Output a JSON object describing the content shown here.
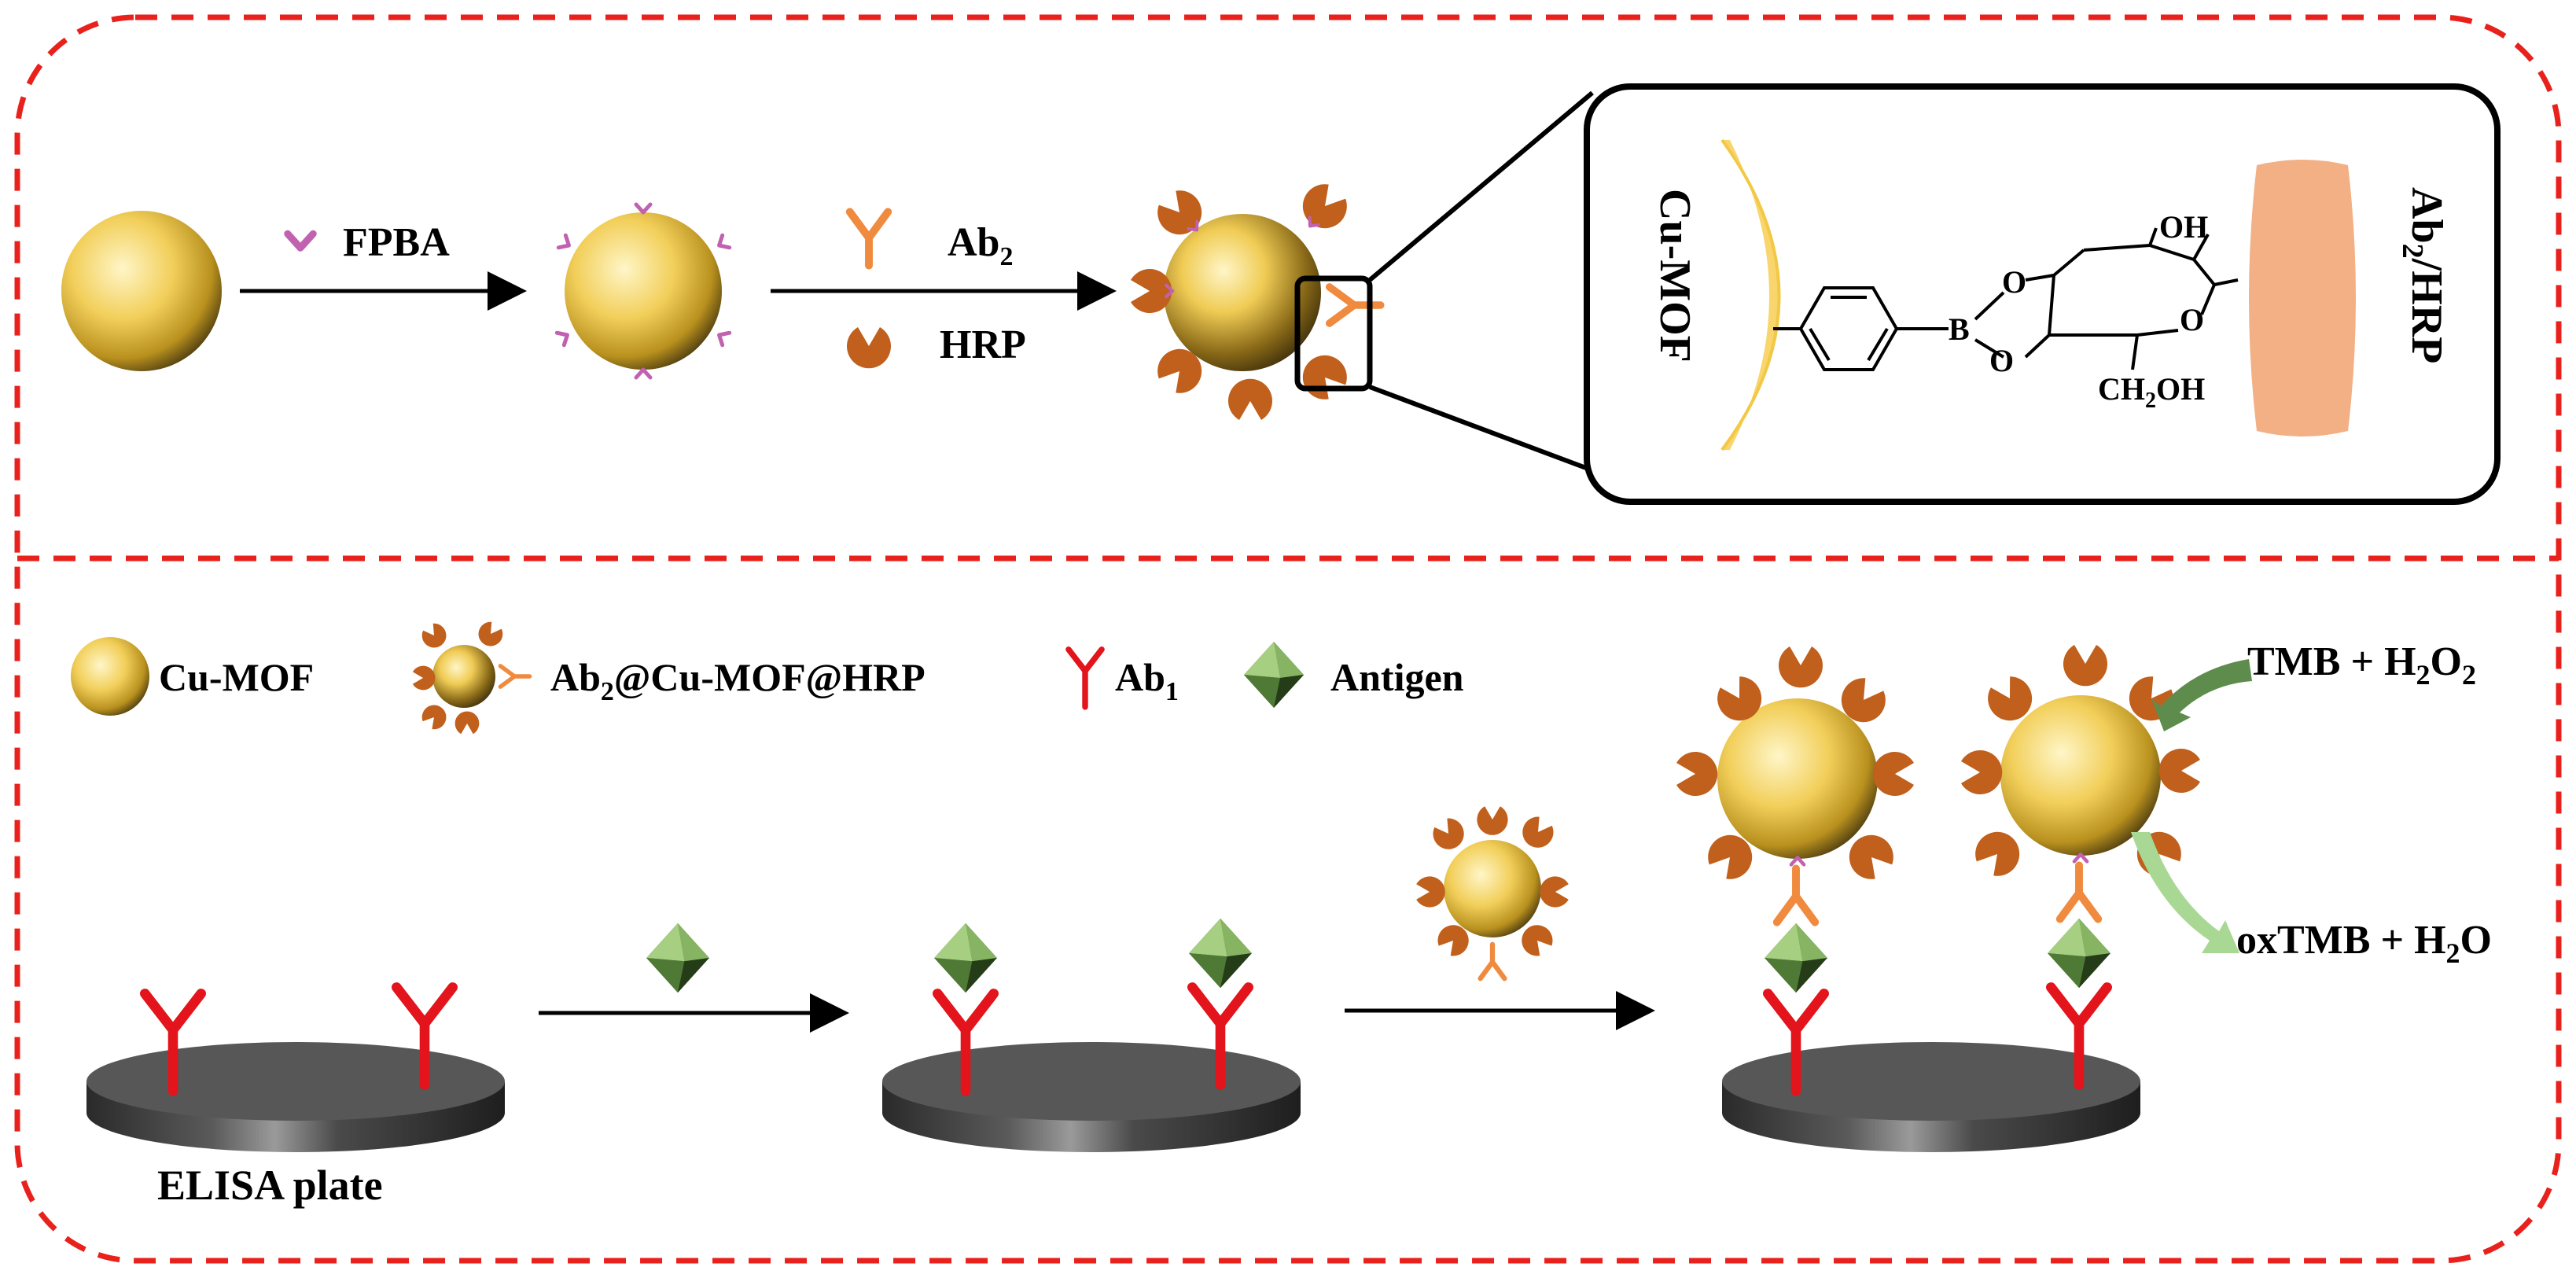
{
  "colors": {
    "dash_border": "#e8211c",
    "sphere_light": "#fff3b0",
    "sphere_mid": "#f2cf5a",
    "sphere_dark": "#6b5318",
    "fpba_linker": "#c062b0",
    "ab2_color": "#f08a3e",
    "hrp_color": "#c0601c",
    "ab1_color": "#e3141b",
    "antigen_light": "#7aa35a",
    "antigen_dark": "#2e4a1e",
    "plate_top": "#5a5a5a",
    "mof_surface": "#f9d56e",
    "protein_block": "#f2b084",
    "arrow_green": "#7fb06a"
  },
  "top_panel": {
    "step1": {
      "label": "FPBA"
    },
    "step2": {
      "ab_label": "Ab",
      "ab_sub": "2",
      "hrp_label": "HRP"
    },
    "zoom": {
      "left_label": "Cu-MOF",
      "right_label_a": "Ab",
      "right_label_sub": "2",
      "right_label_b": "/HRP",
      "atom_b": "B",
      "atom_o1": "O",
      "atom_o2": "O",
      "atom_o_ring": "O",
      "group_oh": "OH",
      "group_ch2oh_a": "CH",
      "group_ch2oh_sub": "2",
      "group_ch2oh_b": "OH"
    }
  },
  "legend": {
    "cumof": "Cu-MOF",
    "conj_a": "Ab",
    "conj_sub": "2",
    "conj_b": "@Cu-MOF@HRP",
    "ab1_a": "Ab",
    "ab1_sub": "1",
    "antigen": "Antigen"
  },
  "bottom_panel": {
    "plate_label": "ELISA plate",
    "reagent_a": "TMB + H",
    "reagent_sub": "2",
    "reagent_b": "O",
    "reagent_sub2": "2",
    "product_a": "oxTMB + H",
    "product_sub": "2",
    "product_b": "O"
  }
}
